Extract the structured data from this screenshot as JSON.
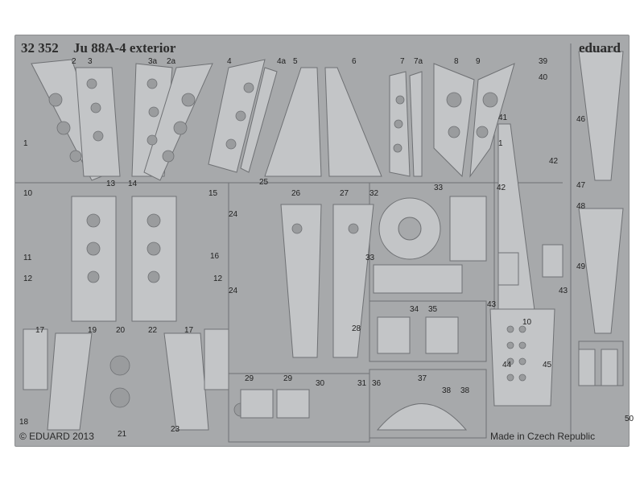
{
  "fret": {
    "set_number": "32 352",
    "set_name": "Ju 88A-4 exterior",
    "brand": "eduard",
    "copyright": "© EDUARD 2013",
    "origin": "Made in Czech Republic",
    "colors": {
      "metal": "#a7a9ab",
      "part": "#c3c5c7",
      "edge": "#6f7174",
      "hole": "#9a9c9e"
    }
  },
  "part_numbers": [
    "1",
    "2",
    "3",
    "3a",
    "2a",
    "4",
    "4a",
    "5",
    "6",
    "7",
    "7a",
    "8",
    "9",
    "39",
    "40",
    "41",
    "1",
    "10",
    "13",
    "14",
    "15",
    "25",
    "26",
    "27",
    "32",
    "33",
    "42",
    "42",
    "46",
    "47",
    "24",
    "11",
    "16",
    "12",
    "12",
    "24",
    "48",
    "49",
    "33",
    "43",
    "43",
    "17",
    "19",
    "20",
    "22",
    "17",
    "34",
    "35",
    "28",
    "10",
    "44",
    "45",
    "29",
    "29",
    "30",
    "31",
    "36",
    "37",
    "38",
    "38",
    "18",
    "23",
    "21",
    "50"
  ]
}
